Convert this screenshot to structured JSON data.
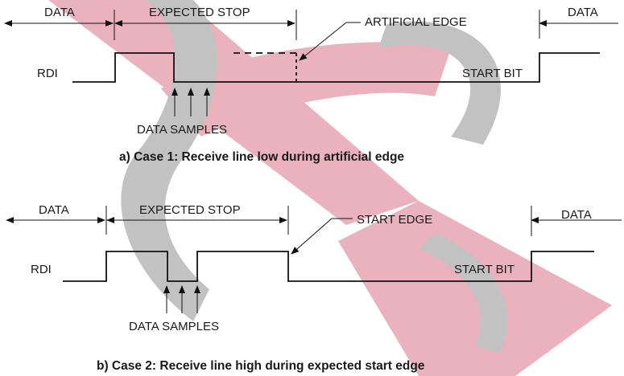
{
  "case1": {
    "data_left_label": "DATA",
    "expected_stop_label": "EXPECTED STOP",
    "artificial_edge_label": "ARTIFICIAL EDGE",
    "data_right_label": "DATA",
    "rdi_label": "RDI",
    "start_bit_label": "START BIT",
    "data_samples_label": "DATA SAMPLES",
    "caption": "a) Case 1: Receive line low during artificial edge"
  },
  "case2": {
    "data_left_label": "DATA",
    "expected_stop_label": "EXPECTED STOP",
    "start_edge_label": "START EDGE",
    "data_right_label": "DATA",
    "rdi_label": "RDI",
    "start_bit_label": "START BIT",
    "data_samples_label": "DATA SAMPLES",
    "caption": "b) Case 2: Receive line high during expected start edge"
  },
  "colors": {
    "watermark_red": "#e8aab6",
    "watermark_gray": "#bcbcbc",
    "ink": "#111111"
  }
}
